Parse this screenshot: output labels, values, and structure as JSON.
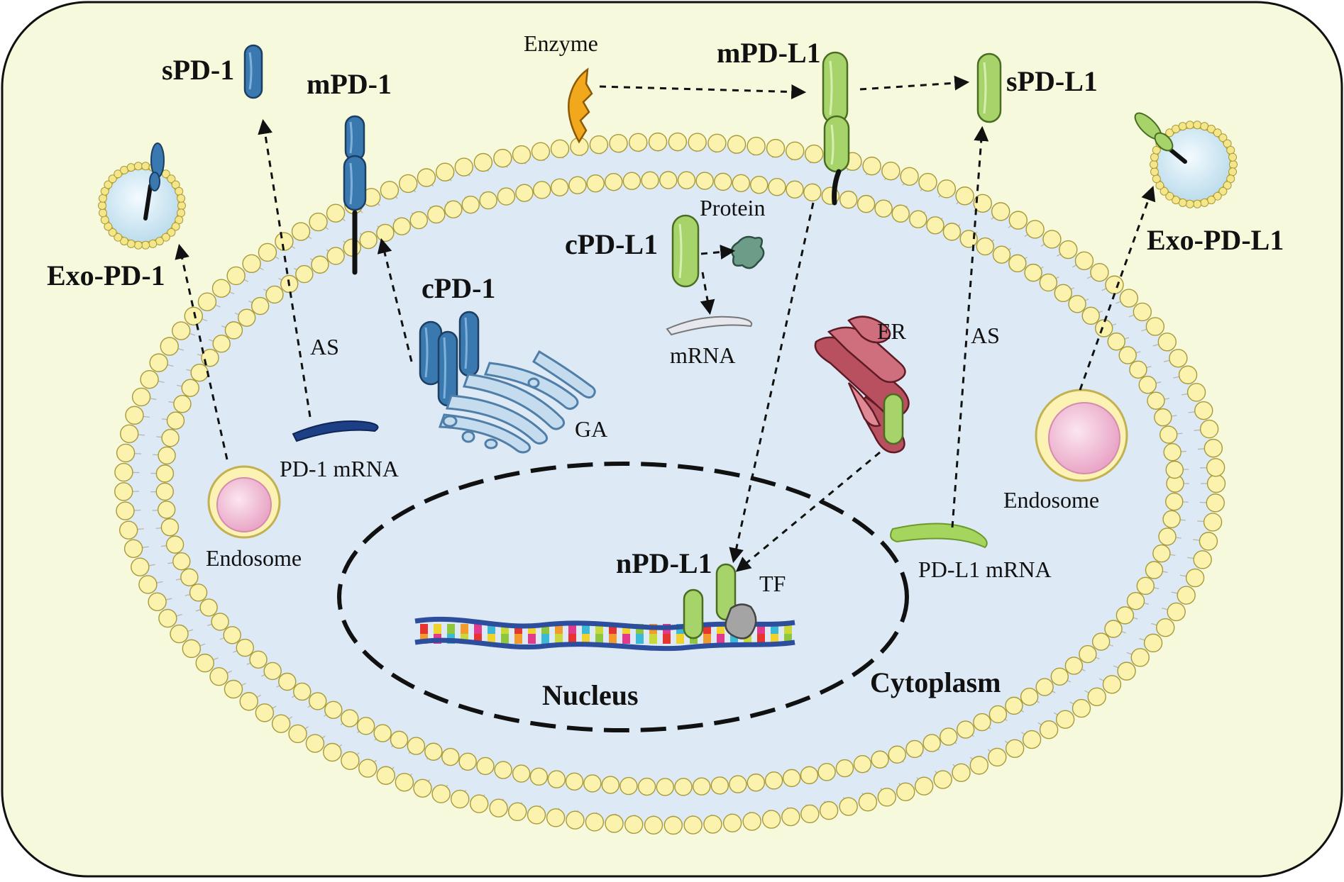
{
  "labels": {
    "sPD1": "sPD-1",
    "mPD1": "mPD-1",
    "exoPD1": "Exo-PD-1",
    "cPD1": "cPD-1",
    "as_left": "AS",
    "pd1_mrna": "PD-1 mRNA",
    "endosome_left": "Endosome",
    "ga": "GA",
    "enzyme": "Enzyme",
    "mPDL1": "mPD-L1",
    "sPDL1": "sPD-L1",
    "exoPDL1": "Exo-PD-L1",
    "protein": "Protein",
    "cPDL1": "cPD-L1",
    "mrna": "mRNA",
    "er": "ER",
    "as_right": "AS",
    "endosome_right": "Endosome",
    "pdl1_mrna": "PD-L1 mRNA",
    "nPDL1": "nPD-L1",
    "tf": "TF",
    "nucleus": "Nucleus",
    "cytoplasm": "Cytoplasm"
  },
  "colors": {
    "outer_bg": "#f7f9dd",
    "cell_bg": "#dde9f5",
    "pd1_blue": "#3a78b0",
    "pdl1_green": "#a6d46a",
    "enzyme_orange": "#f2a81d",
    "protein_green": "#6b9d88",
    "er_red": "#b8505f",
    "endosome_pink": "#f3c7dc",
    "pd1_mrna_navy": "#1c3f86",
    "pdl1_mrna_green": "#a5d55e"
  },
  "icons": [
    "pd1-receptor-icon",
    "pdl1-ligand-icon",
    "enzyme-icon",
    "protein-icon",
    "golgi-apparatus-icon",
    "endoplasmic-reticulum-icon",
    "endosome-icon",
    "exosome-icon",
    "dna-helix-icon",
    "transcription-factor-icon",
    "mrna-strand-icon"
  ]
}
